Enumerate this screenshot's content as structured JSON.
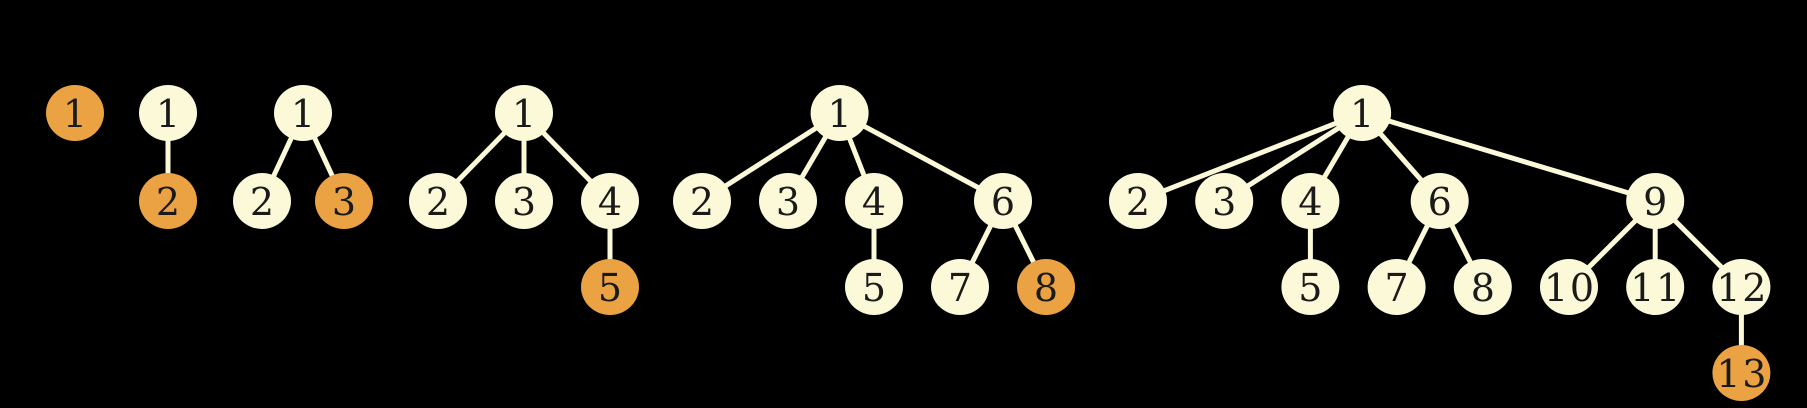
{
  "colors": {
    "node": "#fcf9d8",
    "highlight": "#eba243",
    "edge": "#fcf9d8",
    "background": "#000000"
  },
  "trees": [
    {
      "nodes": [
        {
          "id": "1",
          "row": 0,
          "col": 0,
          "hl": true
        }
      ],
      "edges": []
    },
    {
      "nodes": [
        {
          "id": "1",
          "row": 0,
          "col": 0
        },
        {
          "id": "2",
          "row": 1,
          "col": 0,
          "hl": true
        }
      ],
      "edges": [
        [
          "1",
          "2"
        ]
      ]
    },
    {
      "nodes": [
        {
          "id": "1",
          "row": 0,
          "col": 1
        },
        {
          "id": "2",
          "row": 1,
          "col": 0
        },
        {
          "id": "3",
          "row": 1,
          "col": 2,
          "hl": true
        }
      ],
      "edges": [
        [
          "1",
          "2"
        ],
        [
          "1",
          "3"
        ]
      ]
    },
    {
      "nodes": [
        {
          "id": "1",
          "row": 0,
          "col": 1
        },
        {
          "id": "2",
          "row": 1,
          "col": 0
        },
        {
          "id": "3",
          "row": 1,
          "col": 1
        },
        {
          "id": "4",
          "row": 1,
          "col": 2
        },
        {
          "id": "5",
          "row": 2,
          "col": 2,
          "hl": true
        }
      ],
      "edges": [
        [
          "1",
          "2"
        ],
        [
          "1",
          "3"
        ],
        [
          "1",
          "4"
        ],
        [
          "4",
          "5"
        ]
      ]
    },
    {
      "nodes": [
        {
          "id": "1",
          "row": 0,
          "col": 1.6
        },
        {
          "id": "2",
          "row": 1,
          "col": 0
        },
        {
          "id": "3",
          "row": 1,
          "col": 1
        },
        {
          "id": "4",
          "row": 1,
          "col": 2
        },
        {
          "id": "6",
          "row": 1,
          "col": 3.5
        },
        {
          "id": "5",
          "row": 2,
          "col": 2
        },
        {
          "id": "7",
          "row": 2,
          "col": 3
        },
        {
          "id": "8",
          "row": 2,
          "col": 4,
          "hl": true
        }
      ],
      "edges": [
        [
          "1",
          "2"
        ],
        [
          "1",
          "3"
        ],
        [
          "1",
          "4"
        ],
        [
          "1",
          "6"
        ],
        [
          "4",
          "5"
        ],
        [
          "6",
          "7"
        ],
        [
          "6",
          "8"
        ]
      ]
    },
    {
      "nodes": [
        {
          "id": "1",
          "row": 0,
          "col": 2.6
        },
        {
          "id": "2",
          "row": 1,
          "col": 0
        },
        {
          "id": "3",
          "row": 1,
          "col": 1
        },
        {
          "id": "4",
          "row": 1,
          "col": 2
        },
        {
          "id": "6",
          "row": 1,
          "col": 3.5
        },
        {
          "id": "9",
          "row": 1,
          "col": 6
        },
        {
          "id": "5",
          "row": 2,
          "col": 2
        },
        {
          "id": "7",
          "row": 2,
          "col": 3
        },
        {
          "id": "8",
          "row": 2,
          "col": 4
        },
        {
          "id": "10",
          "row": 2,
          "col": 5
        },
        {
          "id": "11",
          "row": 2,
          "col": 6
        },
        {
          "id": "12",
          "row": 2,
          "col": 7
        },
        {
          "id": "13",
          "row": 3,
          "col": 7,
          "hl": true
        }
      ],
      "edges": [
        [
          "1",
          "2"
        ],
        [
          "1",
          "3"
        ],
        [
          "1",
          "4"
        ],
        [
          "1",
          "6"
        ],
        [
          "1",
          "9"
        ],
        [
          "4",
          "5"
        ],
        [
          "6",
          "7"
        ],
        [
          "6",
          "8"
        ],
        [
          "9",
          "10"
        ],
        [
          "9",
          "11"
        ],
        [
          "9",
          "12"
        ],
        [
          "12",
          "13"
        ]
      ]
    }
  ]
}
